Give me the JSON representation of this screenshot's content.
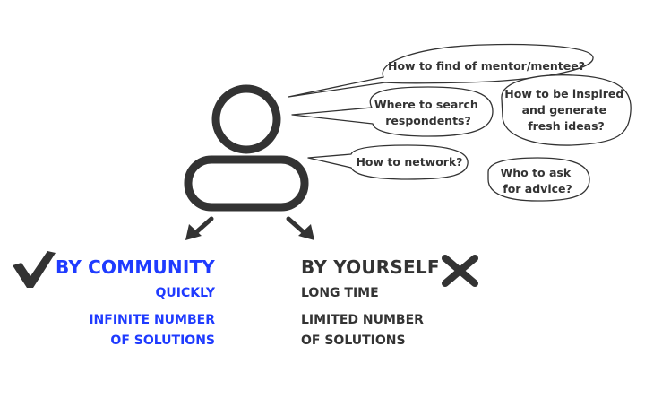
{
  "colors": {
    "accent": "#1f3bff",
    "ink": "#333333",
    "background": "#ffffff"
  },
  "bubbles": [
    {
      "lines": [
        "How to find of mentor/mentee?"
      ]
    },
    {
      "lines": [
        "Where to search",
        "respondents?"
      ]
    },
    {
      "lines": [
        "How to be inspired",
        "and generate",
        "fresh ideas?"
      ]
    },
    {
      "lines": [
        "How to network?"
      ]
    },
    {
      "lines": [
        "Who to ask",
        "for advice?"
      ]
    }
  ],
  "community": {
    "icon": "checkmark-icon",
    "heading": "BY COMMUNITY",
    "speed": "QUICKLY",
    "solutions_line1": "INFINITE NUMBER",
    "solutions_line2": "OF SOLUTIONS"
  },
  "yourself": {
    "icon": "cross-icon",
    "heading": "BY YOURSELF",
    "speed": "LONG TIME",
    "solutions_line1": "LIMITED NUMBER",
    "solutions_line2": "OF SOLUTIONS"
  }
}
